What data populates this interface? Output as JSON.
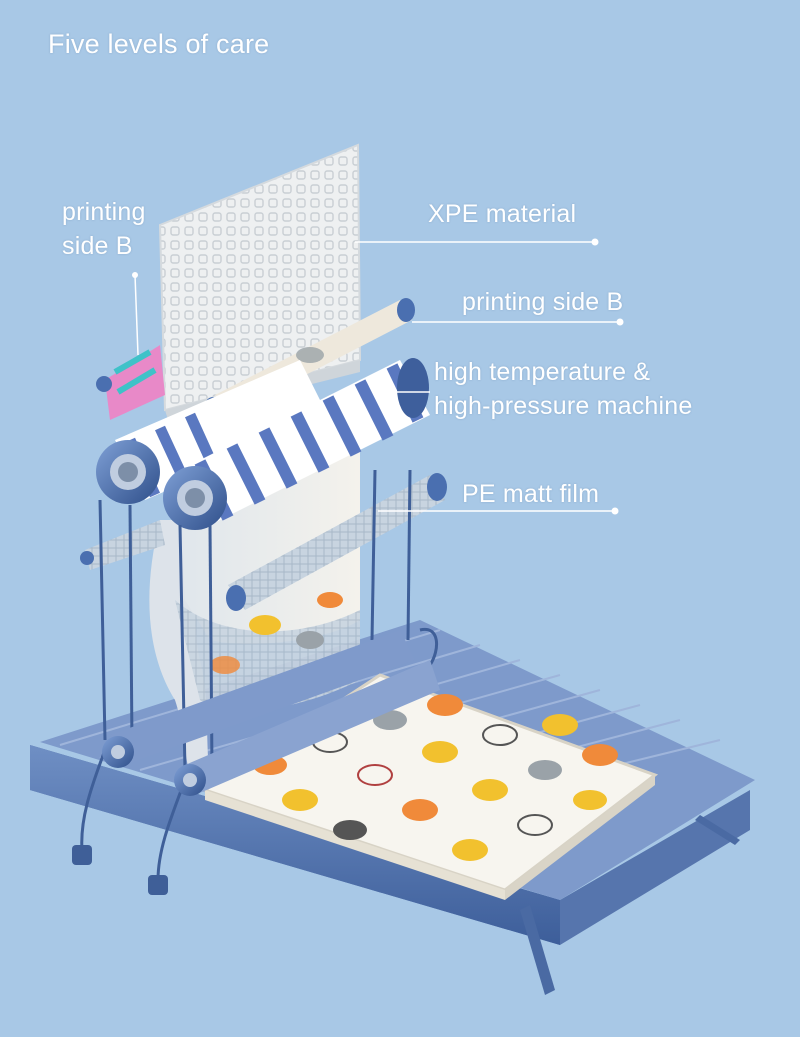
{
  "title": "Five levels of care",
  "labels": {
    "printing_side_b_left": "printing side B",
    "xpe_material": "XPE material",
    "printing_side_b": "printing side B",
    "machine_line1": "high temperature &",
    "machine_line2": "high-pressure machine",
    "pe_matt_film": "PE matt film"
  },
  "colors": {
    "background": "#a8c8e6",
    "machine_blue": "#4a6fb0",
    "stripe_blue": "#5a78c0",
    "foam_panel": "#eef0f0",
    "mat_surface": "#f7f5ef",
    "leader_line": "#ffffff"
  },
  "icons": [
    "whale-pattern",
    "roller-icon"
  ]
}
